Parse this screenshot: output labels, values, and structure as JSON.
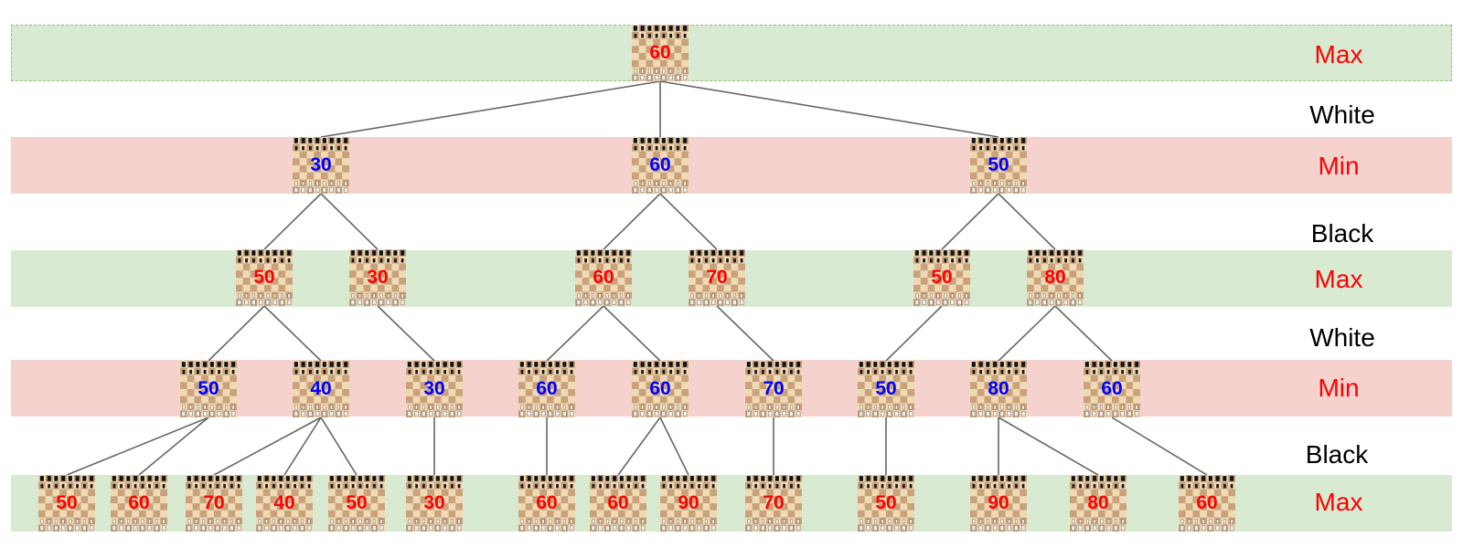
{
  "rows": [
    {
      "level": "Max",
      "player": "White"
    },
    {
      "level": "Min",
      "player": "Black"
    },
    {
      "level": "Max",
      "player": "White"
    },
    {
      "level": "Min",
      "player": "Black"
    },
    {
      "level": "Max",
      "player": ""
    }
  ],
  "nodes": [
    {
      "id": "n0",
      "row": 0,
      "value": "60"
    },
    {
      "id": "n1",
      "row": 1,
      "value": "30",
      "parent": "n0"
    },
    {
      "id": "n2",
      "row": 1,
      "value": "60",
      "parent": "n0"
    },
    {
      "id": "n3",
      "row": 1,
      "value": "50",
      "parent": "n0"
    },
    {
      "id": "n4",
      "row": 2,
      "value": "50",
      "parent": "n1"
    },
    {
      "id": "n5",
      "row": 2,
      "value": "30",
      "parent": "n1"
    },
    {
      "id": "n6",
      "row": 2,
      "value": "60",
      "parent": "n2"
    },
    {
      "id": "n7",
      "row": 2,
      "value": "70",
      "parent": "n2"
    },
    {
      "id": "n8",
      "row": 2,
      "value": "50",
      "parent": "n3"
    },
    {
      "id": "n9",
      "row": 2,
      "value": "80",
      "parent": "n3"
    },
    {
      "id": "n10",
      "row": 3,
      "value": "50",
      "parent": "n4"
    },
    {
      "id": "n11",
      "row": 3,
      "value": "40",
      "parent": "n4"
    },
    {
      "id": "n12",
      "row": 3,
      "value": "30",
      "parent": "n5"
    },
    {
      "id": "n13",
      "row": 3,
      "value": "60",
      "parent": "n6"
    },
    {
      "id": "n14",
      "row": 3,
      "value": "60",
      "parent": "n6"
    },
    {
      "id": "n15",
      "row": 3,
      "value": "70",
      "parent": "n7"
    },
    {
      "id": "n16",
      "row": 3,
      "value": "50",
      "parent": "n8"
    },
    {
      "id": "n17",
      "row": 3,
      "value": "80",
      "parent": "n9"
    },
    {
      "id": "n18",
      "row": 3,
      "value": "60",
      "parent": "n9"
    },
    {
      "id": "n19",
      "row": 4,
      "value": "50",
      "parent": "n10"
    },
    {
      "id": "n20",
      "row": 4,
      "value": "60",
      "parent": "n10"
    },
    {
      "id": "n21",
      "row": 4,
      "value": "70",
      "parent": "n11"
    },
    {
      "id": "n22",
      "row": 4,
      "value": "40",
      "parent": "n11"
    },
    {
      "id": "n23",
      "row": 4,
      "value": "50",
      "parent": "n11"
    },
    {
      "id": "n24",
      "row": 4,
      "value": "30",
      "parent": "n12"
    },
    {
      "id": "n25",
      "row": 4,
      "value": "60",
      "parent": "n13"
    },
    {
      "id": "n26",
      "row": 4,
      "value": "60",
      "parent": "n14"
    },
    {
      "id": "n27",
      "row": 4,
      "value": "90",
      "parent": "n14"
    },
    {
      "id": "n28",
      "row": 4,
      "value": "70",
      "parent": "n15"
    },
    {
      "id": "n29",
      "row": 4,
      "value": "50",
      "parent": "n16"
    },
    {
      "id": "n30",
      "row": 4,
      "value": "90",
      "parent": "n17"
    },
    {
      "id": "n31",
      "row": 4,
      "value": "80",
      "parent": "n17"
    },
    {
      "id": "n32",
      "row": 4,
      "value": "60",
      "parent": "n18"
    }
  ],
  "colors": {
    "max_band": "#d9ead3",
    "min_band": "#f6d2ce",
    "max_value": "#ff0000",
    "min_value": "#0000ff",
    "edge": "#666666",
    "level_label": "#ff0000",
    "player_label": "#000000",
    "board_light": "#f0d9b5",
    "board_dark": "#c9a27a"
  }
}
